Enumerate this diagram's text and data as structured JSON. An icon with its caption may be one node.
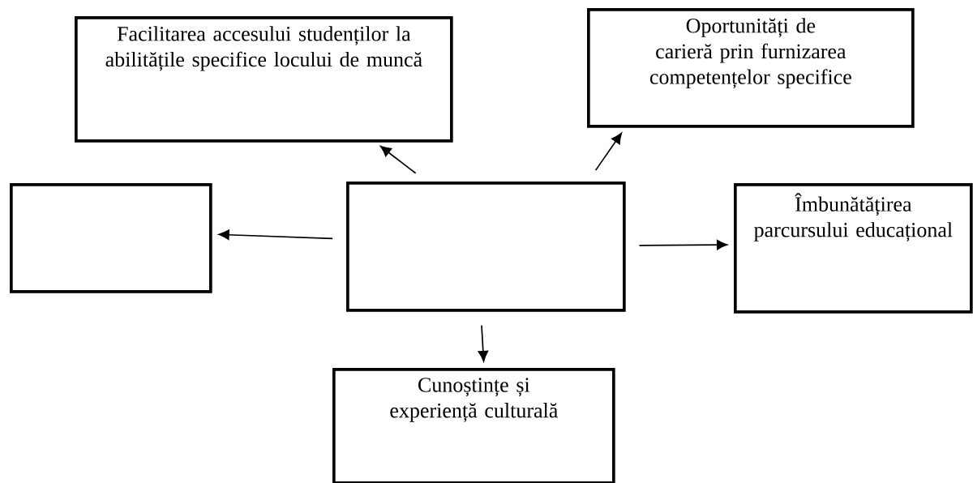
{
  "diagram": {
    "nodes": [
      {
        "text": [
          "Facilitarea accesului studenților la abilitățile specifice locului de muncă"
        ]
      },
      {
        "text": [
          "Oportunități de carieră prin furnizarea competențelor specifice"
        ]
      },
      {
        "text": [],
        "shape": "box"
      },
      {
        "text": [],
        "shape": "box"
      },
      {
        "text": [
          "Îmbunătățirea parcursului educațional"
        ]
      },
      {
        "text": [
          "Cunoștințe și experiență culturală"
        ]
      }
    ],
    "edges": [
      {
        "from": 3,
        "to": 0,
        "arrow": "to"
      },
      {
        "from": 3,
        "to": 1,
        "arrow": "to"
      },
      {
        "from": 3,
        "to": 2,
        "arrow": "to"
      },
      {
        "from": 3,
        "to": 4,
        "arrow": "to"
      },
      {
        "from": 3,
        "to": 5,
        "arrow": "to"
      }
    ]
  }
}
